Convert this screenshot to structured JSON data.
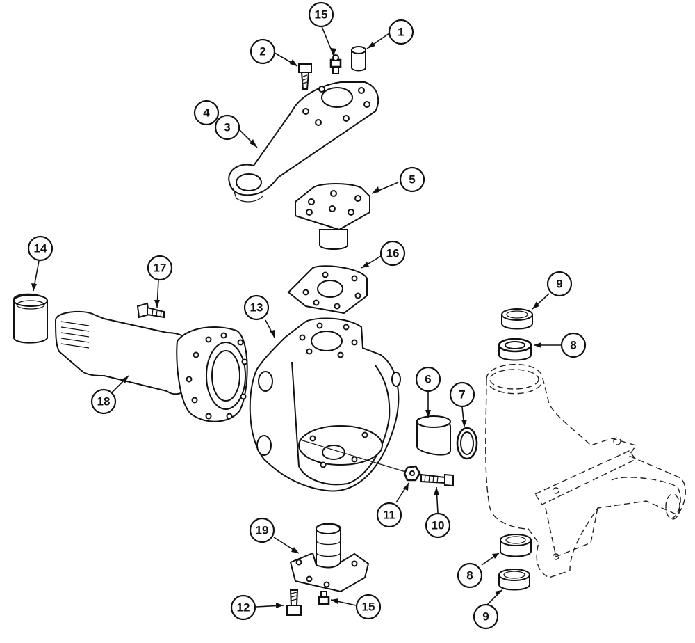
{
  "diagram": {
    "colors": {
      "ink": "#111111",
      "paper": "#ffffff"
    },
    "parts": [
      {
        "id": "p1",
        "label": "1"
      },
      {
        "id": "p2",
        "label": "2"
      },
      {
        "id": "p3",
        "label": "3"
      },
      {
        "id": "p4",
        "label": "4"
      },
      {
        "id": "p5",
        "label": "5"
      },
      {
        "id": "p6",
        "label": "6"
      },
      {
        "id": "p7",
        "label": "7"
      },
      {
        "id": "p8a",
        "label": "8"
      },
      {
        "id": "p8b",
        "label": "8"
      },
      {
        "id": "p9a",
        "label": "9"
      },
      {
        "id": "p9b",
        "label": "9"
      },
      {
        "id": "p10",
        "label": "10"
      },
      {
        "id": "p11",
        "label": "11"
      },
      {
        "id": "p12",
        "label": "12"
      },
      {
        "id": "p13",
        "label": "13"
      },
      {
        "id": "p14",
        "label": "14"
      },
      {
        "id": "p15a",
        "label": "15"
      },
      {
        "id": "p15b",
        "label": "15"
      },
      {
        "id": "p16",
        "label": "16"
      },
      {
        "id": "p17",
        "label": "17"
      },
      {
        "id": "p18",
        "label": "18"
      },
      {
        "id": "p19",
        "label": "19"
      }
    ]
  }
}
